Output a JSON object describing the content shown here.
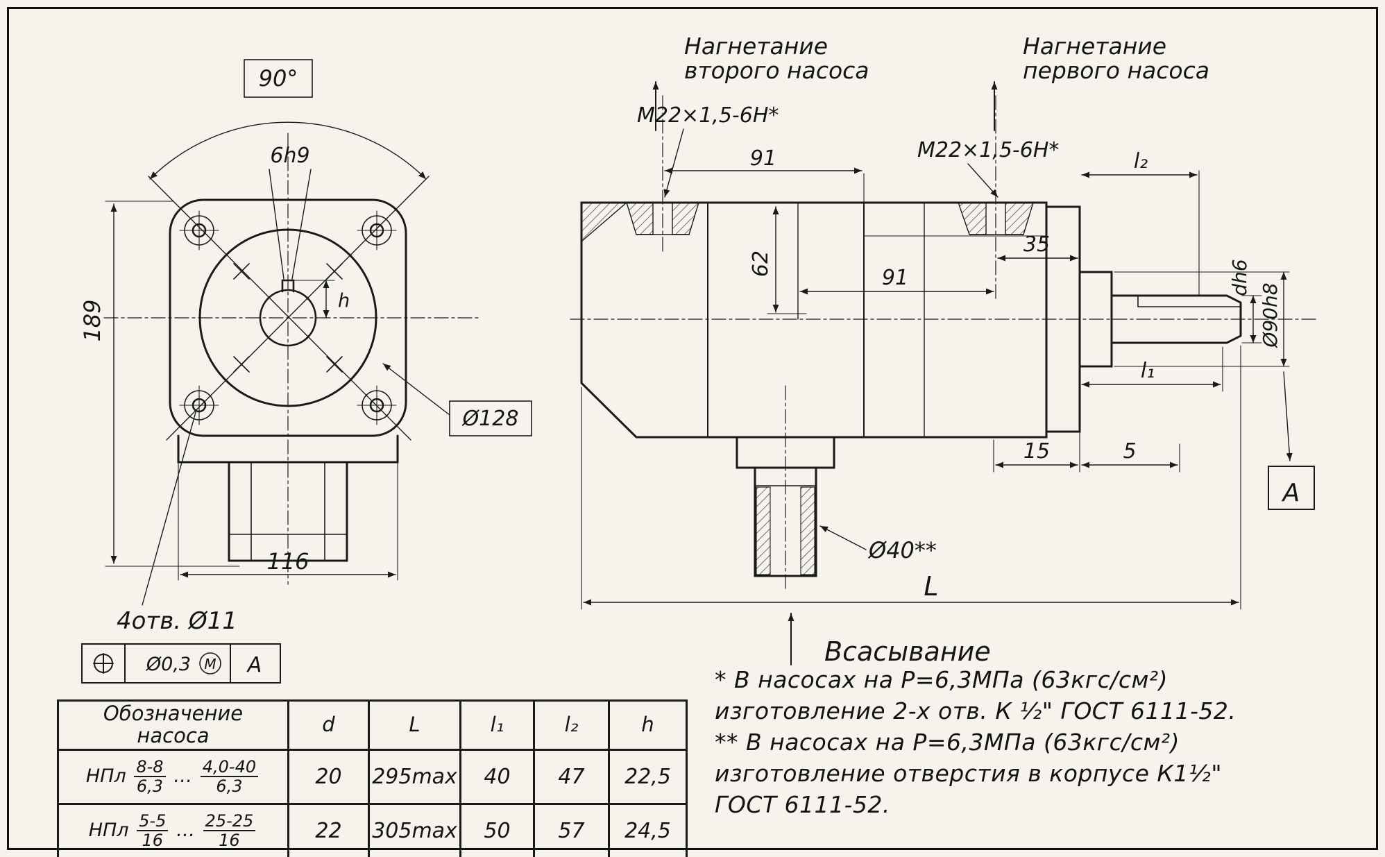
{
  "front_view": {
    "angle_label": "90°",
    "keyway_label": "6h9",
    "height_label": "189",
    "shaft_h_label": "h",
    "bolt_circle_label": "Ø128",
    "width_label": "116",
    "holes_label": "4отв. Ø11",
    "tolerance": {
      "value": "Ø0,3",
      "modifier": "М",
      "datum": "А"
    }
  },
  "side_view": {
    "label_discharge_second_1": "Нагнетание",
    "label_discharge_second_2": "второго насоса",
    "label_discharge_first_1": "Нагнетание",
    "label_discharge_first_2": "первого насоса",
    "thread_label_1": "М22×1,5-6Н*",
    "thread_label_2": "М22×1,5-6Н*",
    "dim_91_top": "91",
    "dim_62": "62",
    "dim_91_mid": "91",
    "dim_35": "35",
    "dim_l2": "l₂",
    "dim_dh6": "dh6",
    "dim_d90": "Ø90h8",
    "dim_l1": "l₁",
    "dim_15": "15",
    "dim_5": "5",
    "datum_label": "А",
    "dim_d40": "Ø40**",
    "dim_L": "L",
    "label_suction": "Всасывание"
  },
  "table": {
    "header_name_1": "Обозначение",
    "header_name_2": "насоса",
    "header_d": "d",
    "header_L": "L",
    "header_l1": "l₁",
    "header_l2": "l₂",
    "header_h": "h",
    "rows": [
      {
        "prefix": "НПл",
        "f1n": "8-8",
        "f1d": "6,3",
        "dots": "…",
        "f2n": "4,0-40",
        "f2d": "6,3",
        "d": "20",
        "L": "295max",
        "l1": "40",
        "l2": "47",
        "h": "22,5"
      },
      {
        "prefix": "НПл",
        "f1n": "5-5",
        "f1d": "16",
        "dots": "…",
        "f2n": "25-25",
        "f2d": "16",
        "d": "22",
        "L": "305max",
        "l1": "50",
        "l2": "57",
        "h": "24,5"
      }
    ]
  },
  "notes": {
    "line1": "* В насосах на Р=6,3МПа (63кгс/см²)",
    "line2": "изготовление 2-х отв. К ½\" ГОСТ 6111-52.",
    "line3": "** В насосах на Р=6,3МПа (63кгс/см²)",
    "line4": "изготовление отверстия в корпусе К1½\"",
    "line5": "ГОСТ 6111-52."
  }
}
